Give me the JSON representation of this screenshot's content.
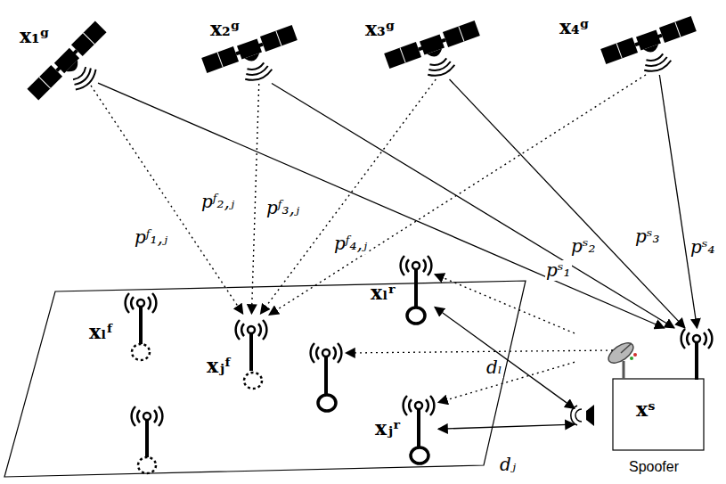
{
  "diagram": {
    "nodes": [
      {
        "text": [
          "x₁ᵍ"
        ]
      },
      {
        "text": [
          "x₂ᵍ"
        ]
      },
      {
        "text": [
          "x₃ᵍ"
        ]
      },
      {
        "text": [
          "x₄ᵍ"
        ]
      },
      {
        "text": [
          "xₗᶠ"
        ]
      },
      {
        "text": [
          "xⱼᶠ"
        ]
      },
      {
        "text": [
          "xₗʳ"
        ]
      },
      {
        "text": [
          "xⱼʳ"
        ]
      },
      {
        "text": [
          "xˢ",
          "Spoofer"
        ]
      }
    ],
    "edges": [
      {
        "from": 0,
        "to": 5,
        "label": "pᶠ₁,ⱼ",
        "arrow": "to"
      },
      {
        "from": 1,
        "to": 5,
        "label": "pᶠ₂,ⱼ",
        "arrow": "to"
      },
      {
        "from": 2,
        "to": 5,
        "label": "pᶠ₃,ⱼ",
        "arrow": "to"
      },
      {
        "from": 3,
        "to": 5,
        "label": "pᶠ₄,ⱼ",
        "arrow": "to"
      },
      {
        "from": 0,
        "to": 8,
        "label": "pˢ₁",
        "arrow": "to"
      },
      {
        "from": 1,
        "to": 8,
        "label": "pˢ₂",
        "arrow": "to"
      },
      {
        "from": 2,
        "to": 8,
        "label": "pˢ₃",
        "arrow": "to"
      },
      {
        "from": 3,
        "to": 8,
        "label": "pˢ₄",
        "arrow": "to"
      },
      {
        "from": 8,
        "to": 6,
        "arrow": "to"
      },
      {
        "from": 8,
        "to": 7,
        "arrow": "to"
      },
      {
        "from": 8,
        "to": 6,
        "label": "dₗ",
        "arrow": "both"
      },
      {
        "from": 8,
        "to": 7,
        "label": "dⱼ",
        "arrow": "both"
      }
    ]
  }
}
